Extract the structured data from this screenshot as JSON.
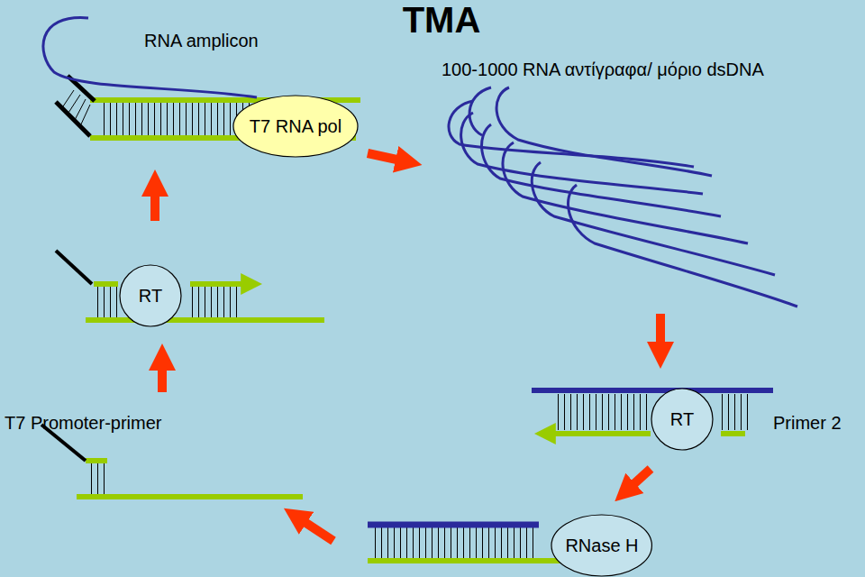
{
  "diagram": {
    "title": "TMA",
    "nodes": [
      {
        "text": [
          "T7 RNA pol"
        ]
      },
      {
        "text": [
          "RT"
        ]
      },
      {
        "text": [
          "RT"
        ]
      },
      {
        "text": [
          "RNase H"
        ]
      }
    ],
    "labels": [
      "RNA amplicon",
      "100-1000 RNA αντίγραφα/ μόριο dsDNA",
      "Primer 2",
      "T7 Promoter-primer"
    ]
  }
}
